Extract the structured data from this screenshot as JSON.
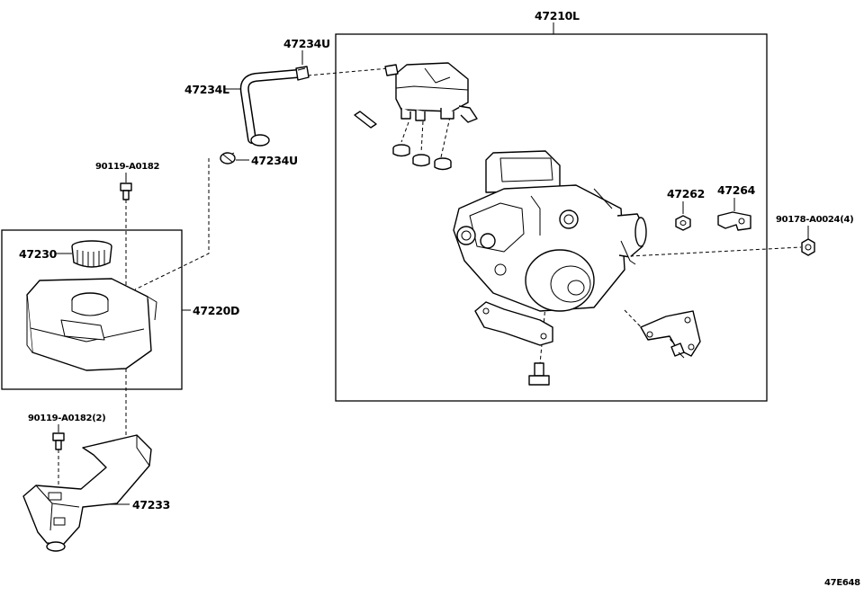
{
  "diagram": {
    "code": "47E648",
    "labels": {
      "p47210L": "47210L",
      "p47234U_top": "47234U",
      "p47234L": "47234L",
      "p47234U_bottom": "47234U",
      "p90119_A0182": "90119-A0182",
      "p47230": "47230",
      "p47220D": "47220D",
      "p47262": "47262",
      "p47264": "47264",
      "p90178_A0024": "90178-A0024(4)",
      "p90119_A0182_2": "90119-A0182(2)",
      "p47233": "47233"
    }
  }
}
